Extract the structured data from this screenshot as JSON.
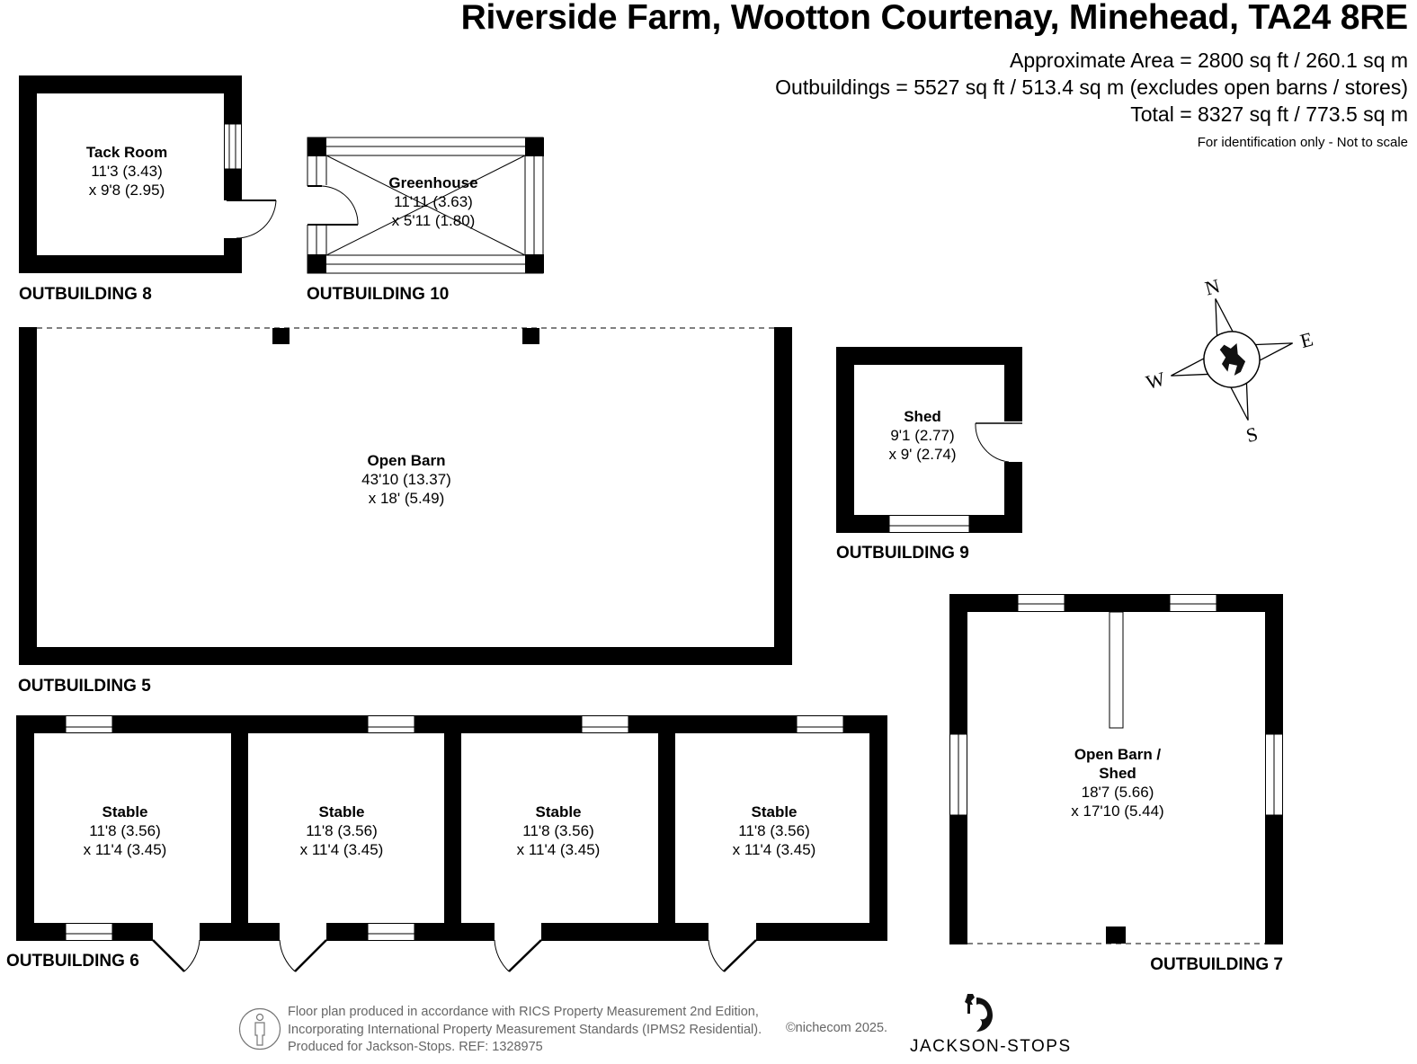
{
  "header": {
    "title": "Riverside Farm, Wootton Courtenay, Minehead, TA24 8RE",
    "approx_area": "Approximate Area = 2800 sq ft / 260.1 sq m",
    "outbuildings_area": "Outbuildings = 5527 sq ft / 513.4 sq m (excludes open barns / stores)",
    "total_area": "Total = 8327 sq ft / 773.5 sq m",
    "disclaimer": "For identification only - Not to scale"
  },
  "outbuildings": {
    "ob8": {
      "label": "OUTBUILDING 8",
      "room": {
        "name": "Tack Room",
        "dim1": "11'3 (3.43)",
        "dim2": "x 9'8 (2.95)"
      }
    },
    "ob10": {
      "label": "OUTBUILDING 10",
      "room": {
        "name": "Greenhouse",
        "dim1": "11'11 (3.63)",
        "dim2": "x 5'11 (1.80)"
      }
    },
    "ob5": {
      "label": "OUTBUILDING 5",
      "room": {
        "name": "Open Barn",
        "dim1": "43'10 (13.37)",
        "dim2": "x 18' (5.49)"
      }
    },
    "ob9": {
      "label": "OUTBUILDING 9",
      "room": {
        "name": "Shed",
        "dim1": "9'1 (2.77)",
        "dim2": "x 9' (2.74)"
      }
    },
    "ob6": {
      "label": "OUTBUILDING 6",
      "rooms": [
        {
          "name": "Stable",
          "dim1": "11'8 (3.56)",
          "dim2": "x 11'4 (3.45)"
        },
        {
          "name": "Stable",
          "dim1": "11'8 (3.56)",
          "dim2": "x 11'4 (3.45)"
        },
        {
          "name": "Stable",
          "dim1": "11'8 (3.56)",
          "dim2": "x 11'4 (3.45)"
        },
        {
          "name": "Stable",
          "dim1": "11'8 (3.56)",
          "dim2": "x 11'4 (3.45)"
        }
      ]
    },
    "ob7": {
      "label": "OUTBUILDING 7",
      "room": {
        "name_line1": "Open Barn /",
        "name_line2": "Shed",
        "dim1": "18'7 (5.66)",
        "dim2": "x 17'10 (5.44)"
      }
    }
  },
  "compass": {
    "n": "N",
    "e": "E",
    "s": "S",
    "w": "W",
    "icon": "compass-rose-icon"
  },
  "footer": {
    "line1": "Floor plan produced in accordance with RICS Property Measurement 2nd Edition,",
    "line2": "Incorporating International Property Measurement Standards (IPMS2 Residential).",
    "line3": "Produced for Jackson-Stops.   REF:  1328975",
    "copyright": "©nichecom 2025.",
    "brand": "JACKSON-STOPS"
  }
}
